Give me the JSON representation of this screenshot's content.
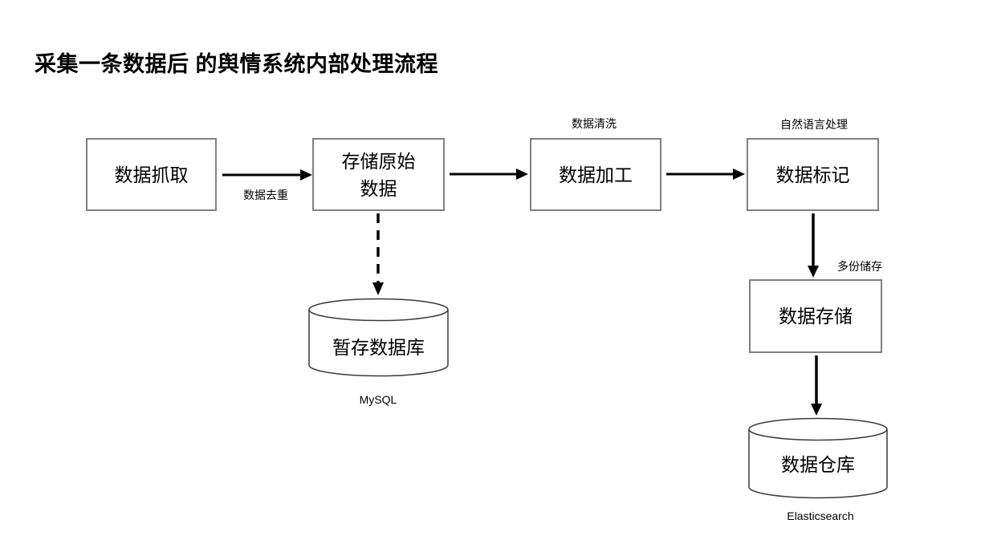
{
  "title": "采集一条数据后 的舆情系统内部处理流程",
  "colors": {
    "background": "#ffffff",
    "box_border": "#808080",
    "cylinder_border": "#3a3a3a",
    "arrow": "#000000",
    "text": "#000000"
  },
  "nodes": {
    "crawl": {
      "label": "数据抓取"
    },
    "store_raw": {
      "line1": "存储原始",
      "line2": "数据"
    },
    "process": {
      "label": "数据加工",
      "annotation": "数据清洗"
    },
    "tag": {
      "label": "数据标记",
      "annotation": "自然语言处理"
    },
    "temp_db": {
      "label": "暂存数据库",
      "caption": "MySQL"
    },
    "storage": {
      "label": "数据存储"
    },
    "warehouse": {
      "label": "数据仓库",
      "caption": "Elasticsearch"
    }
  },
  "edges": {
    "dedup_label": "数据去重",
    "multi_copy_label": "多份储存"
  }
}
